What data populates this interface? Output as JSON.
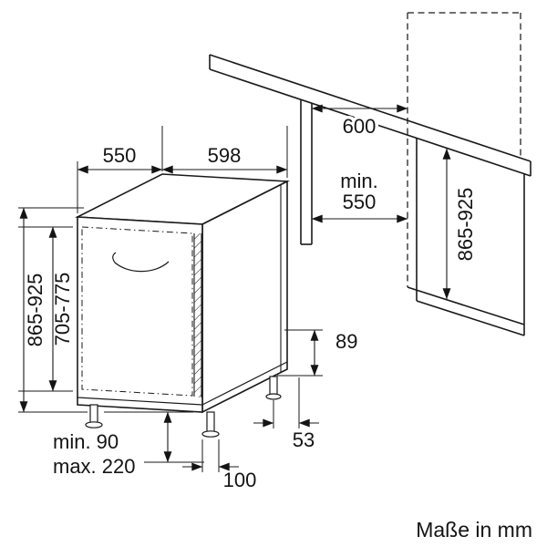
{
  "diagram": {
    "dims": {
      "appliance_depth": "550",
      "appliance_width": "598",
      "niche_width": "600",
      "niche_depth_prefix": "min.",
      "niche_depth_value": "550",
      "niche_height_right": "865-925",
      "appliance_height": "865-925",
      "door_panel_height": "705-775",
      "rear_base_height": "89",
      "rear_foot_offset": "53",
      "front_foot_inset": "100",
      "plinth_min": "min. 90",
      "plinth_max": "max. 220"
    },
    "footer": {
      "units_label": "Maße in mm"
    }
  }
}
